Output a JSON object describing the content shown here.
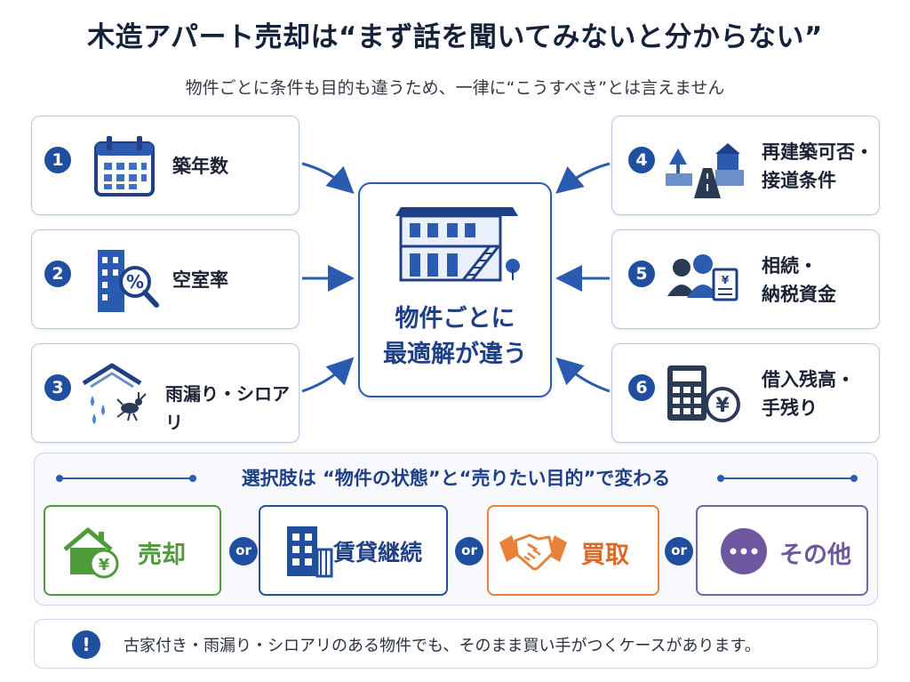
{
  "header": {
    "title": "木造アパート売却は“まず話を聞いてみないと分からない”",
    "subtitle": "物件ごとに条件も目的も違うため、一律に“こうすべき”とは言えません"
  },
  "factors": [
    {
      "number": "1",
      "label": [
        "築年数"
      ],
      "icon": "calendar-icon"
    },
    {
      "number": "2",
      "label": [
        "空室率"
      ],
      "icon": "building-vacancy-icon"
    },
    {
      "number": "3",
      "label": [
        "雨漏り・シロアリ"
      ],
      "icon": "roof-leak-termite-icon"
    },
    {
      "number": "4",
      "label": [
        "再建築可否・",
        "接道条件"
      ],
      "icon": "road-access-icon"
    },
    {
      "number": "5",
      "label": [
        "相続・",
        "納税資金"
      ],
      "icon": "people-document-icon"
    },
    {
      "number": "6",
      "label": [
        "借入残高・",
        "手残り"
      ],
      "icon": "calculator-yen-icon"
    }
  ],
  "center": {
    "icon": "apartment-icon",
    "line1": "物件ごとに",
    "line2": "最適解が違う"
  },
  "options": {
    "heading": "選択肢は “物件の状態”と“売りたい目的”で変わる",
    "or_label": "or",
    "items": [
      {
        "label": "売却",
        "icon": "house-yen-icon",
        "color": "#4f9a3a"
      },
      {
        "label": "賃貸継続",
        "icon": "building-icon",
        "color": "#1f4f9e"
      },
      {
        "label": "買取",
        "icon": "handshake-icon",
        "color": "#e8823a"
      },
      {
        "label": "その他",
        "icon": "more-icon",
        "color": "#7a62a8"
      }
    ]
  },
  "note": {
    "icon": "exclamation-icon",
    "mark": "!",
    "text": "古家付き・雨漏り・シロアリのある物件でも、そのまま買い手がつくケースがあります。"
  },
  "colors": {
    "navy": "#1f4f9e",
    "accent_blue": "#2a5bb0",
    "border": "#b9c8e0"
  }
}
